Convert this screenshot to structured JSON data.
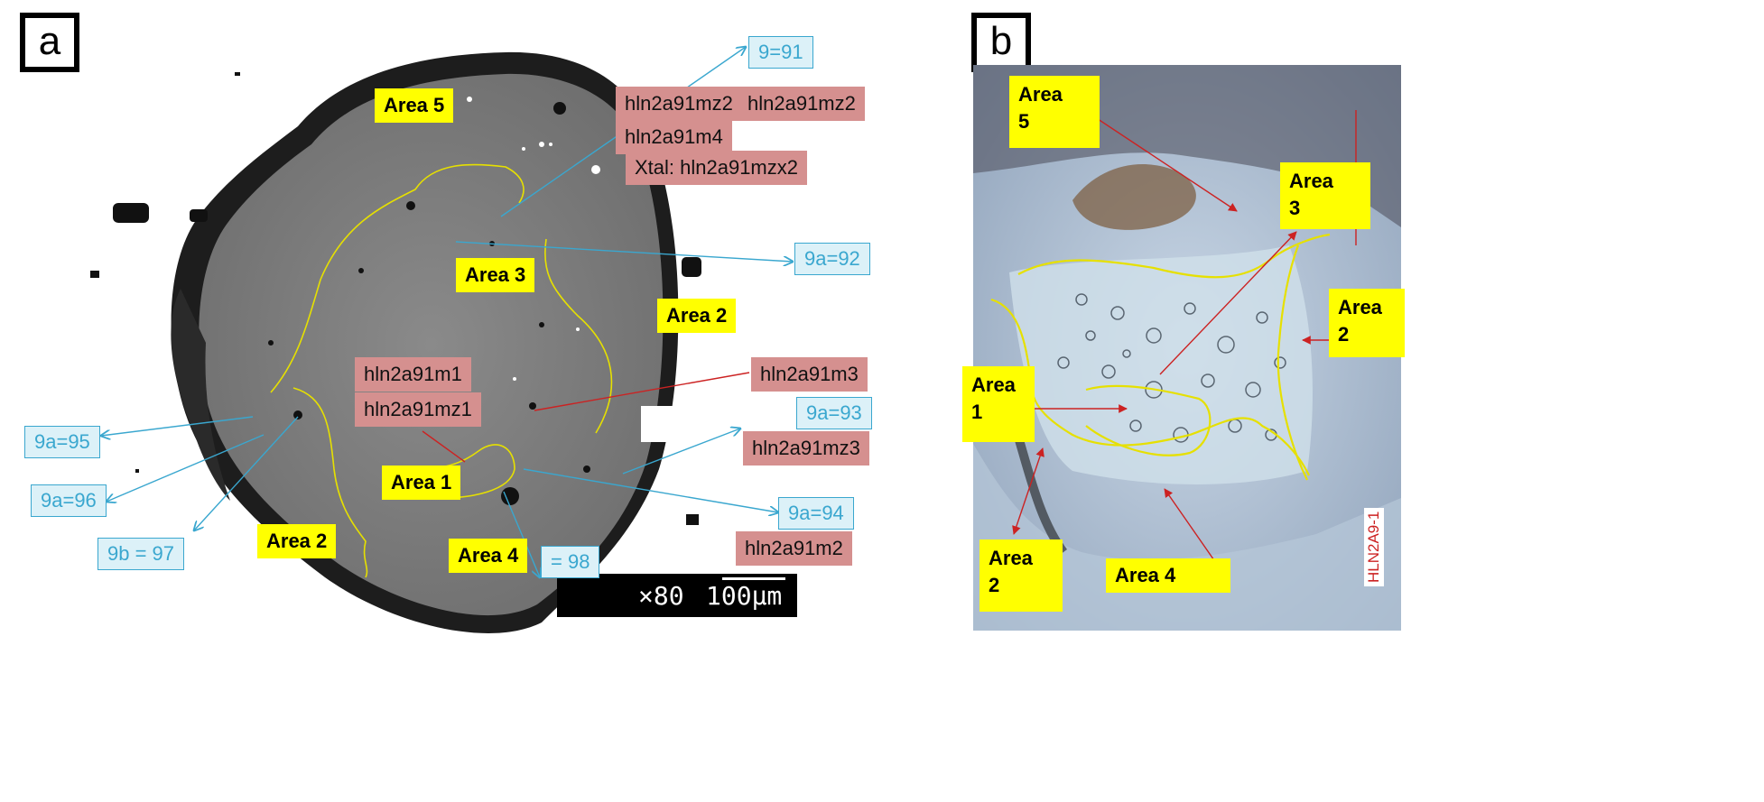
{
  "panel_a": {
    "letter": "a",
    "yellow_labels": [
      "Area 5",
      "Area 3",
      "Area 2",
      "Area 1",
      "Area 2",
      "Area 4"
    ],
    "pink_labels": [
      "hln2a91mz2",
      "hln2a91mz2",
      "hln2a91m4",
      "Xtal: hln2a91mzx2",
      "hln2a91m1",
      "hln2a91mz1",
      "hln2a91m3",
      "hln2a91mz3",
      "hln2a91m2"
    ],
    "blue_labels": [
      "9=91",
      "9a=92",
      "9a=93",
      "9a=94",
      "9a=95",
      "9a=96",
      "9b = 97",
      "= 98"
    ],
    "scale_magnification": "×80",
    "scale_length": "100μm"
  },
  "panel_b": {
    "letter": "b",
    "yellow_labels": [
      "Area\n5",
      "Area\n3",
      "Area\n2",
      "Area\n1",
      "Area\n2",
      "Area 4"
    ],
    "sample_label": "HLN2A9-1"
  },
  "colors": {
    "yellow_label": "#ffff00",
    "pink_label": "#d5908f",
    "blue_label_border": "#3aa7cf",
    "boundary_line": "#e6e000",
    "red_arrow": "#cc2222"
  }
}
